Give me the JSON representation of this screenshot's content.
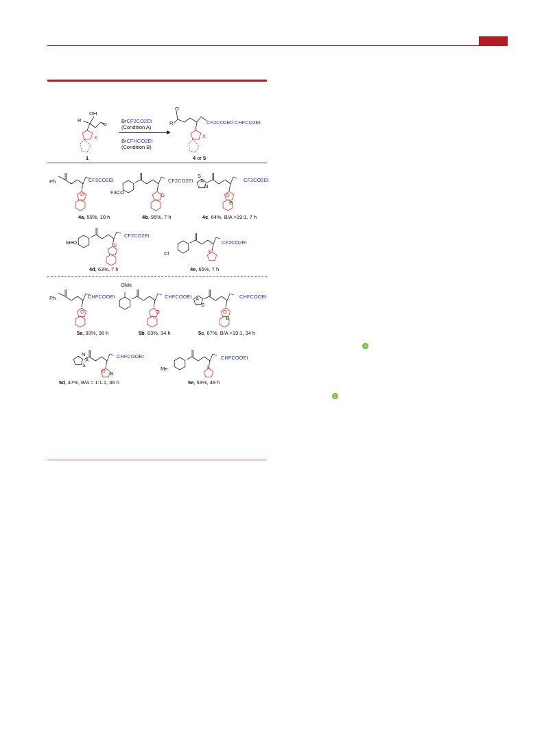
{
  "scheme": {
    "reagent_a": {
      "pre": "Br",
      "formula": "CF2CO2Et"
    },
    "condition_a": "(Condition A)",
    "reagent_b": {
      "pre": "Br",
      "formula": "CFHCO2Et"
    },
    "condition_b": "(Condition B)",
    "start_number": "1",
    "start_labels": {
      "r": "R",
      "oh": "OH",
      "x": "X"
    },
    "product_labels": {
      "o": "O",
      "r": "R",
      "x": "X",
      "chain": "CF2CO2Et/ CHFCO2Et"
    },
    "product_number": {
      "a": "4",
      "or": " or ",
      "b": "5"
    }
  },
  "compounds": [
    {
      "id": "4a",
      "caption": ", 59%, 10 h",
      "sub": "Ph",
      "chain": "CF2CO2Et",
      "ring": "benzofuran",
      "het": "O"
    },
    {
      "id": "4b",
      "caption": ", 95%, 7 h",
      "sub": "F3CO",
      "chain": "CF2CO2Et",
      "ring": "benzofuran",
      "het": "O"
    },
    {
      "id": "4c",
      "caption": ", 64%, B/A  >19:1, 7 h",
      "sub": "thiazole",
      "chain": "CF2CO2Et",
      "ring": "benzofuran",
      "het": "O",
      "tag_a": "A",
      "tag_b": "B",
      "s": "S",
      "n": "N"
    },
    {
      "id": "4d",
      "caption": ", 63%, 7 h",
      "sub": "MeO",
      "chain": "CF2CO2Et",
      "ring": "benzothiophene",
      "het": "S"
    },
    {
      "id": "4e",
      "caption": ", 65%, 7 h",
      "sub": "Cl",
      "chain": "CF2CO2Et",
      "ring": "thiophene",
      "het": "S"
    },
    {
      "id": "5a",
      "caption": ", 93%, 36 h",
      "sub": "Ph",
      "chain": "CHFCOOEt",
      "ring": "benzofuran",
      "het": "O"
    },
    {
      "id": "5b",
      "caption": ", 83%, 34 h",
      "sub": "OMe",
      "chain": "CHFCOOEt",
      "ring": "benzofuran",
      "het": "O"
    },
    {
      "id": "5c",
      "caption": ", 67%, B/A  >19:1, 34 h",
      "sub": "thiophene",
      "chain": "CHFCOOEt",
      "ring": "benzofuran",
      "het": "O",
      "tag_a": "A",
      "tag_b": "B",
      "s": "S"
    },
    {
      "id": "5d",
      "caption": ", 47%, B/A = 1:1.1, 36 h",
      "sub": "thiazole",
      "chain": "CHFCOOEt",
      "ring": "furan",
      "het": "O",
      "tag_a": "A",
      "tag_b": "B",
      "s": "S",
      "n": "N"
    },
    {
      "id": "5e",
      "caption": ", 53%, 48 h",
      "sub": "Me",
      "chain": "CHFCOOEt",
      "ring": "thiophene",
      "het": "S"
    }
  ],
  "colors": {
    "accent": "#b31b21",
    "ring": "#e8262b",
    "chain": "#1f35c9",
    "tag": "#1c9a2a",
    "dot": "#8fd14f"
  }
}
